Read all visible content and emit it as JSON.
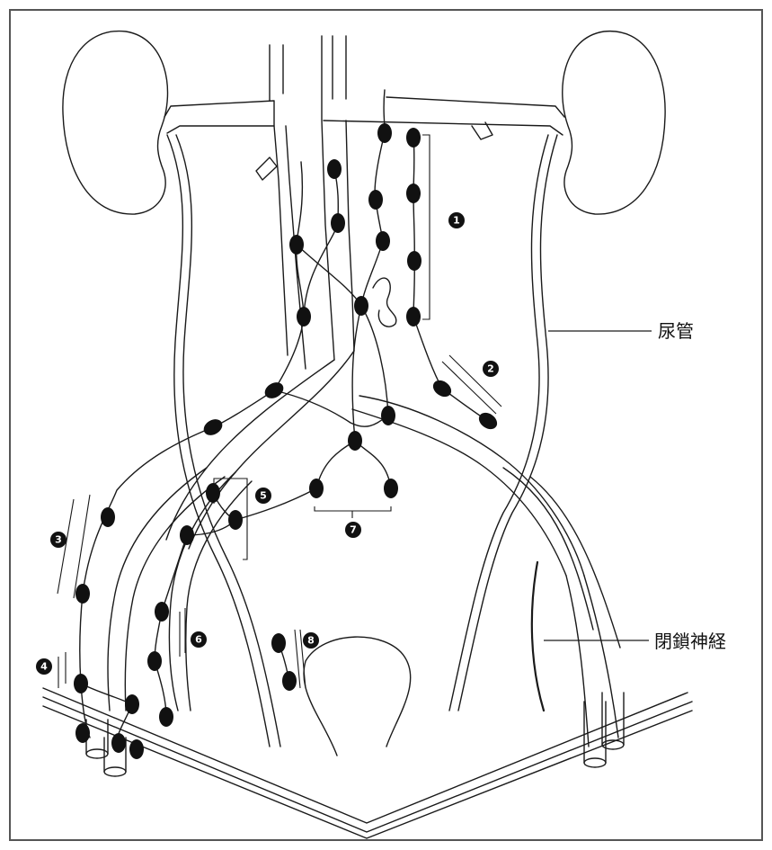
{
  "labels": {
    "ureter": "尿管",
    "obturator_nerve": "閉鎖神経"
  },
  "region_numbers": [
    "1",
    "2",
    "3",
    "4",
    "5",
    "6",
    "7",
    "8"
  ],
  "colors": {
    "line": "#1a1a1a",
    "node": "#111111",
    "frame": "#555555"
  }
}
